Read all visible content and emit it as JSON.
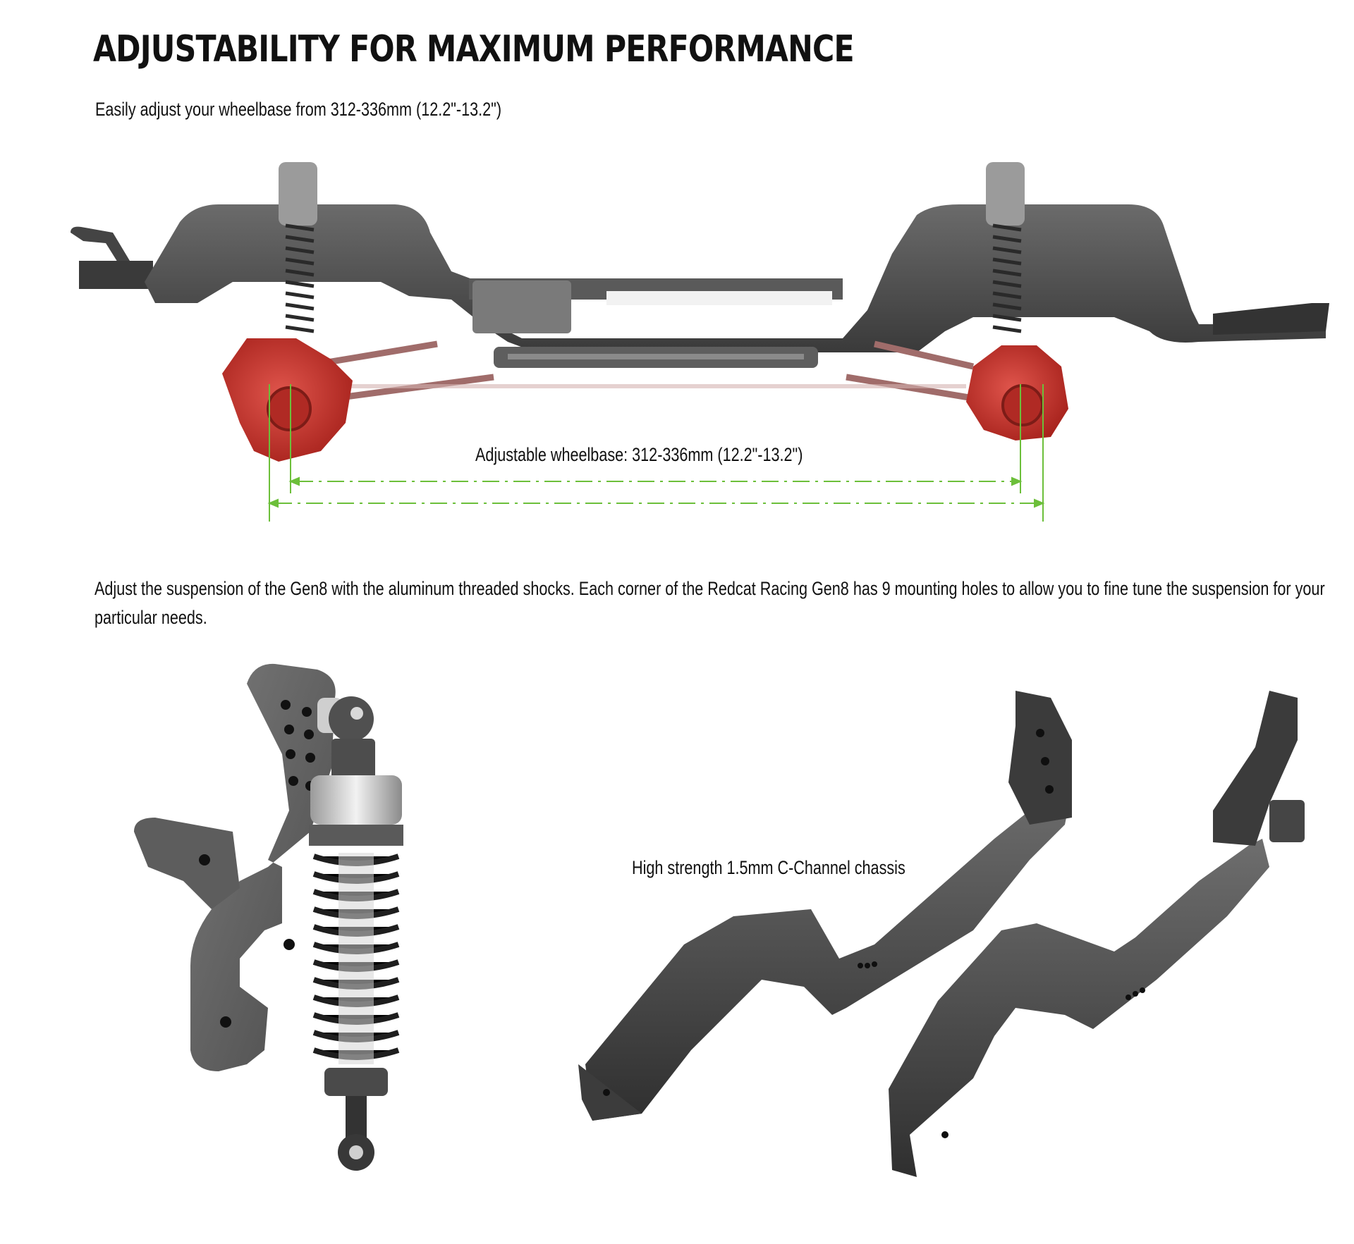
{
  "heading": "ADJUSTABILITY FOR MAXIMUM PERFORMANCE",
  "subheading": "Easily adjust your wheelbase from 312-336mm (12.2\"-13.2\")",
  "wheelbase_label": "Adjustable wheelbase: 312-336mm (12.2\"-13.2\")",
  "suspension_description": "Adjust the suspension of the Gen8 with the aluminum threaded shocks. Each corner of the Redcat Racing Gen8 has 9 mounting holes to allow you to fine tune the suspension for your particular needs.",
  "chassis_label": "High strength 1.5mm C-Channel chassis",
  "colors": {
    "frame": "#4a4a4a",
    "axle_red": "#c8302a",
    "dimension_green": "#6cbf3a",
    "shock_silver": "#c9c9c9"
  }
}
